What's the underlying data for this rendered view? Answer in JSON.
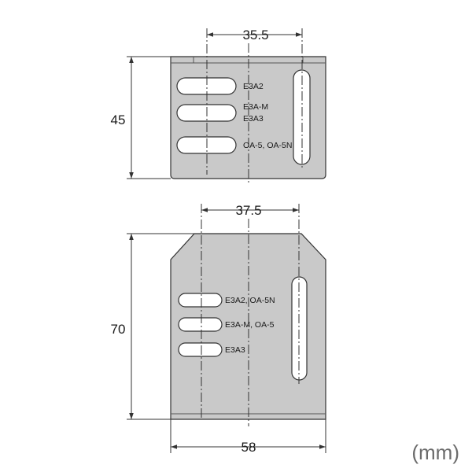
{
  "top_view": {
    "dim_width": "35.5",
    "dim_height": "45",
    "labels": [
      "E3A2",
      "E3A-M",
      "E3A3",
      "OA-5, OA-5N"
    ]
  },
  "bottom_view": {
    "dim_width": "37.5",
    "dim_height": "70",
    "dim_overall": "58",
    "labels": [
      "E3A2, OA-5N",
      "E3A-M, OA-5",
      "E3A3"
    ]
  },
  "unit": "(mm)",
  "colors": {
    "plate": "#c9c9c9",
    "line": "#333333",
    "unit": "#6b6b6b"
  }
}
